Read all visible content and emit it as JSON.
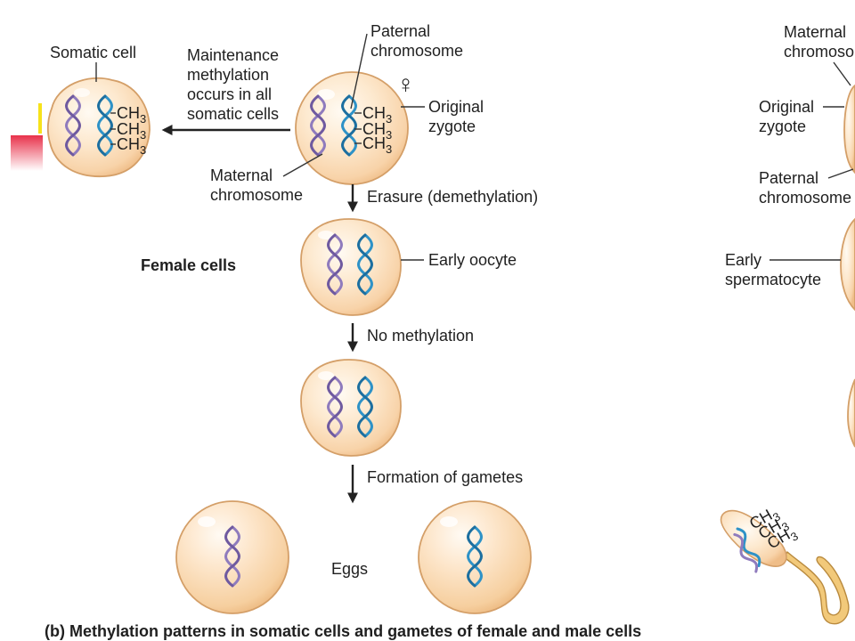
{
  "labels": {
    "somatic_cell": "Somatic cell",
    "maint1": "Maintenance",
    "maint2": "methylation",
    "maint3": "occurs in all",
    "maint4": "somatic cells",
    "paternal1": "Paternal",
    "paternal2": "chromosome",
    "female_symbol": "♀",
    "original1": "Original",
    "original2": "zygote",
    "maternal1": "Maternal",
    "maternal2": "chromosome",
    "erasure": "Erasure (demethylation)",
    "female_cells": "Female cells",
    "early_oocyte": "Early oocyte",
    "no_methylation": "No methylation",
    "formation": "Formation of gametes",
    "eggs": "Eggs",
    "right_maternal1": "Maternal",
    "right_maternal2": "chromosome",
    "right_original1": "Original",
    "right_original2": "zygote",
    "right_paternal1": "Paternal",
    "right_paternal2": "chromosome",
    "right_early1": "Early",
    "right_early2": "spermatocyte",
    "methyl_ch": "CH",
    "methyl_sub": "3"
  },
  "caption": "(b) Methylation patterns in somatic cells and gametes of female and male cells",
  "colors": {
    "cell_fill": "#fbe0c0",
    "cell_edge": "#d49f68",
    "dna_blue": "#2e92c7",
    "dna_purple": "#8f7bbd",
    "accent_yellow": "#f7e21a",
    "accent_red": "#e8314a"
  }
}
